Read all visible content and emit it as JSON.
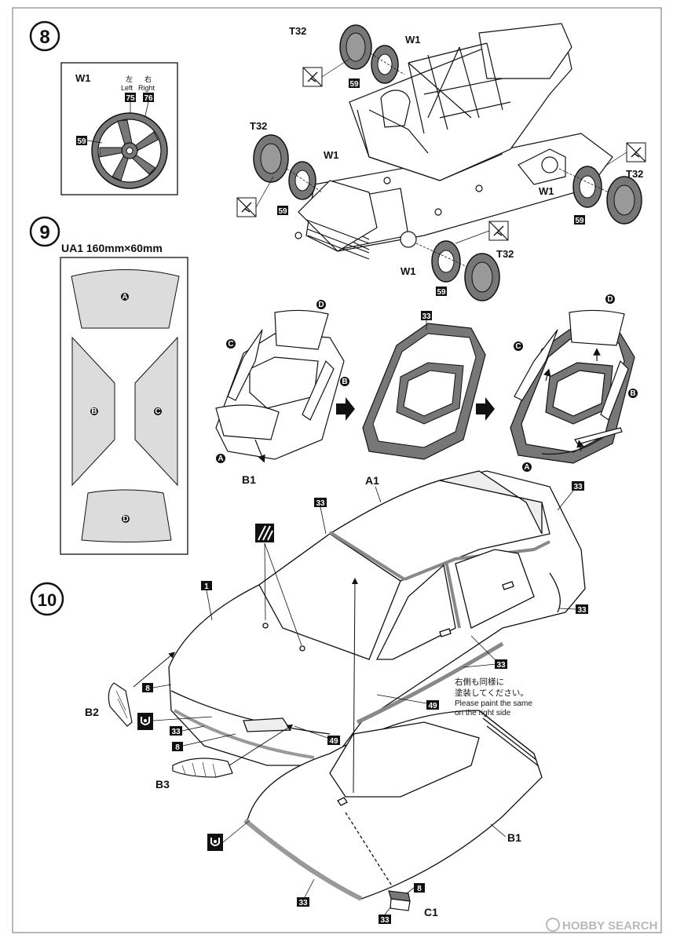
{
  "steps": {
    "s8": "8",
    "s9": "9",
    "s10": "10"
  },
  "wheel_callout": {
    "title": "W1",
    "left_jp": "左",
    "right_jp": "右",
    "left_en": "Left",
    "right_en": "Right",
    "left_num": "75",
    "right_num": "76",
    "color_num": "59"
  },
  "step8_labels": {
    "t32": "T32",
    "w1": "W1",
    "color_59": "59"
  },
  "step9": {
    "mask_title": "UA1  160mm×60mm",
    "mask_A": "A",
    "mask_B": "B",
    "mask_C": "C",
    "mask_D": "D",
    "part_b1": "B1",
    "color_33": "33"
  },
  "step10": {
    "a1": "A1",
    "b1": "B1",
    "b2": "B2",
    "b3": "B3",
    "c1": "C1",
    "num_1": "1",
    "num_8": "8",
    "num_33": "33",
    "num_49": "49",
    "note_jp_line1": "右側も同様に",
    "note_jp_line2": "塗装してください。",
    "note_en_line1": "Please paint the same",
    "note_en_line2": "on the right side"
  },
  "watermark": "HOBBY SEARCH",
  "colors": {
    "ink": "#111111",
    "body_gray": "#6f6f6f",
    "light_gray": "#dcdcdc",
    "frame": "#777777"
  },
  "icons": [
    "matte-paint-icon",
    "gloss-paint-icon",
    "no-cement-icon",
    "arrow-icon"
  ]
}
